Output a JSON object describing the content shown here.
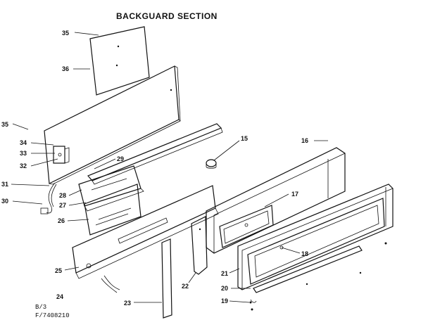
{
  "title": "BACKGUARD SECTION",
  "footer": {
    "line1": "B/3",
    "line2": "F/7408210"
  },
  "callouts": {
    "c35a": "35",
    "c36": "36",
    "c35b": "35",
    "c34": "34",
    "c33": "33",
    "c32": "32",
    "c29": "29",
    "c31": "31",
    "c28": "28",
    "c27": "27",
    "c30": "30",
    "c26": "26",
    "c15": "15",
    "c16": "16",
    "c17": "17",
    "c18": "18",
    "c25": "25",
    "c24": "24",
    "c23": "23",
    "c22": "22",
    "c21": "21",
    "c20": "20",
    "c19": "19"
  }
}
